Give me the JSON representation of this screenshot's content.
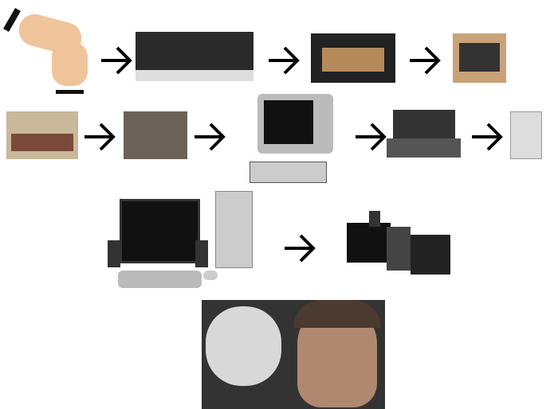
{
  "sequence": [
    {
      "id": "fingers",
      "icon": "counting-hands-icon"
    },
    {
      "id": "mainframe-panel",
      "icon": "mainframe-console-icon"
    },
    {
      "id": "teletype",
      "icon": "teletype-icon"
    },
    {
      "id": "calculator-board",
      "icon": "circuit-board-icon"
    },
    {
      "id": "desk-terminal",
      "icon": "desk-terminal-icon"
    },
    {
      "id": "metal-box",
      "icon": "computer-box-icon"
    },
    {
      "id": "vintage-computer",
      "icon": "vintage-computer-icon"
    },
    {
      "id": "portable-computer",
      "icon": "portable-computer-icon"
    },
    {
      "id": "workstation",
      "icon": "workstation-icon"
    },
    {
      "id": "desktop-pc",
      "icon": "desktop-pc-icon"
    },
    {
      "id": "home-theater",
      "icon": "home-theater-icon"
    },
    {
      "id": "robot-and-man",
      "icon": "photo-icon"
    }
  ],
  "arrow_icon": "arrow-right-icon",
  "colors": {
    "arrow": "#000000",
    "skin": "#f0c49a",
    "background": "#ffffff"
  }
}
